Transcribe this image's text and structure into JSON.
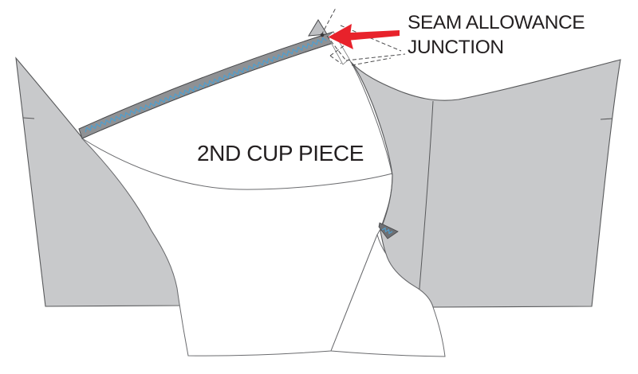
{
  "diagram": {
    "annotation": {
      "line1": "SEAM ALLOWANCE",
      "line2": "JUNCTION"
    },
    "cup_label": "2ND CUP PIECE",
    "colors": {
      "piece_gray": "#c8c9cb",
      "triangle_gray": "#bfc0c3",
      "band_gray": "#8f9194",
      "peek_gray": "#6e7074",
      "stitch_blue": "#4e9fcf",
      "arrow_red": "#e8222b",
      "outline_dark": "#58595b",
      "outline_band": "#47484a",
      "dash_gray": "#4a4a4c",
      "dot_gray": "#39393b",
      "text_black": "#231f20",
      "white": "#ffffff"
    }
  }
}
